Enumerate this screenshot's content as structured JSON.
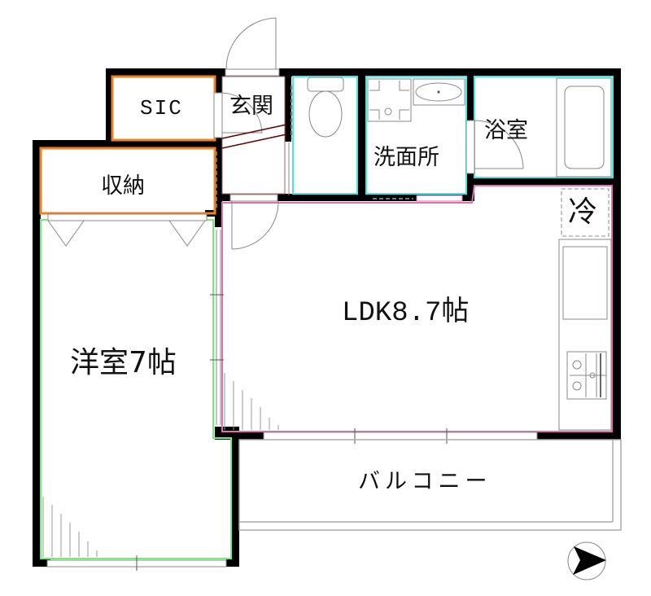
{
  "floor_plan": {
    "rooms": {
      "sic": {
        "label": "SIC",
        "type": "walk-in closet",
        "border_color": "#f08020"
      },
      "genkan": {
        "label": "玄関",
        "type": "entrance"
      },
      "toilet": {
        "label": "",
        "type": "toilet",
        "border_color": "#40e0e0"
      },
      "senmenjo": {
        "label": "洗面所",
        "type": "washroom",
        "border_color": "#40e0e0"
      },
      "yokushitsu": {
        "label": "浴室",
        "type": "bathroom",
        "border_color": "#40e0e0"
      },
      "reizoko": {
        "label": "冷",
        "type": "refrigerator space"
      },
      "shuno": {
        "label": "収納",
        "type": "storage",
        "border_color": "#f08020"
      },
      "ldk": {
        "label": "LDK8.7帖",
        "type": "living dining kitchen",
        "border_color": "#e070b0"
      },
      "yoshitsu": {
        "label": "洋室7帖",
        "type": "western room",
        "border_color": "#80f080"
      },
      "balcony": {
        "label": "バルコニー",
        "type": "balcony"
      }
    },
    "compass": {
      "icon": "north-arrow-icon",
      "direction": "right"
    },
    "colors": {
      "wall": "#000000",
      "fixture": "#888888",
      "background": "#ffffff"
    }
  }
}
